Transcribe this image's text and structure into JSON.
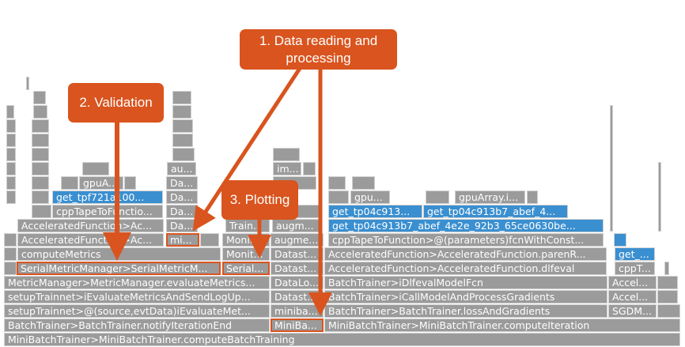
{
  "callouts": {
    "data_reading": "1. Data reading and processing",
    "validation": "2. Validation",
    "plotting": "3. Plotting"
  },
  "frames": {
    "r0": [
      "MiniBatchTrainer>MiniBatchTrainer.computeBatchTraining"
    ],
    "r1": [
      "BatchTrainer>BatchTrainer.notifyIterationEnd",
      "MiniBa...",
      "MiniBatchTrainer>MiniBatchTrainer.computeIteration"
    ],
    "r2": [
      "setupTrainnet>@(source,evtData)iEvaluateMet...",
      "miniba...",
      "BatchTrainer>BatchTrainer.lossAndGradients",
      "SGDM..."
    ],
    "r3": [
      "setupTrainnet>iEvaluateMetricsAndSendLogUp...",
      "Datast...",
      "BatchTrainer>iCallModelAndProcessGradients",
      "Accel..."
    ],
    "r4": [
      "MetricManager>MetricManager.evaluateMetrics...",
      "DataLo...",
      "BatchTrainer>iDlfevalModelFcn",
      "Accel..."
    ],
    "r5": [
      "SerialMetricManager>SerialMetricM...",
      "Serial...",
      "Datast...",
      "AcceleratedFunction>AcceleratedFunction.dlfeval",
      "cppT..."
    ],
    "r6": [
      "computeMetrics",
      "Monit...",
      "Datast...",
      "AcceleratedFunction>AcceleratedFunction.parenR...",
      "get_..."
    ],
    "r7": [
      "AcceleratedFunction>Ac...",
      "mi...",
      "Monit...",
      "augme...",
      "cppTapeToFunction>@(parameters)fcnWithConst..."
    ],
    "r8": [
      "AcceleratedFunction>Ac...",
      "Da...",
      "Train...",
      "augm...",
      "get_tp04c913b7_abef_4e2e_92b3_65ce0630be..."
    ],
    "r9": [
      "cppTapeToFunctio...",
      "Da...",
      "get_tp04c913...",
      "get_tp04c913b7_abef_4..."
    ],
    "r10": [
      "get_tpf721a100...",
      "Da...",
      "gpu...",
      "gpuArray.i..."
    ],
    "r11": [
      "gpuA...",
      "Da..."
    ],
    "r12": [
      "au...",
      "im..."
    ]
  },
  "colors": {
    "frame": "#9b9b9b",
    "gpu_frame": "#3a8fd0",
    "annotation": "#d9541e"
  }
}
